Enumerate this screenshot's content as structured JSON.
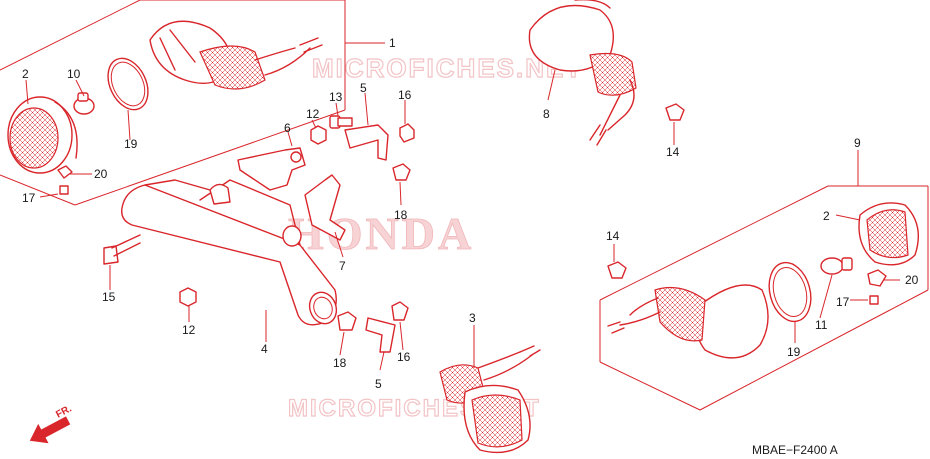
{
  "watermarks": {
    "site_top": "MICROFICHES.NET",
    "brand": "HONDA",
    "site_bottom": "MICROFICHES.NET"
  },
  "diagram_code": "MBAE−F2400 A",
  "front_indicator": {
    "label": "FR.",
    "icon": "front-arrow-icon"
  },
  "callouts": {
    "c1": "1",
    "c2a": "2",
    "c10": "10",
    "c19a": "19",
    "c20a": "20",
    "c17a": "17",
    "c6": "6",
    "c12a": "12",
    "c13": "13",
    "c5a": "5",
    "c16a": "16",
    "c18a": "18",
    "c7": "7",
    "c15": "15",
    "c12b": "12",
    "c4": "4",
    "c8": "8",
    "c14a": "14",
    "c9": "9",
    "c2b": "2",
    "c14b": "14",
    "c20b": "20",
    "c17b": "17",
    "c11": "11",
    "c19b": "19",
    "c3": "3",
    "c18b": "18",
    "c16b": "16",
    "c5b": "5"
  },
  "colors": {
    "line": "#d9262b",
    "watermark": "#f2c4c6",
    "text": "#1a1a1a"
  }
}
